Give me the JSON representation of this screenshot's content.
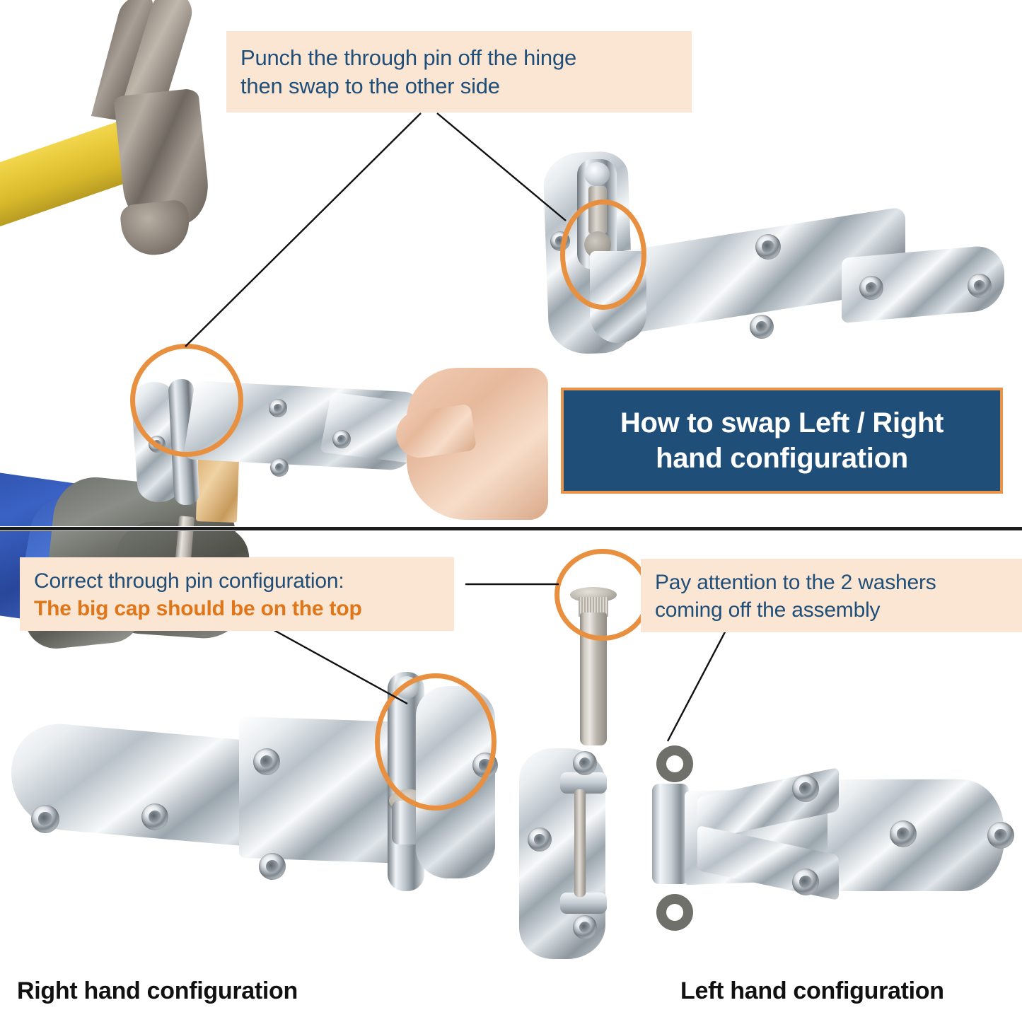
{
  "page": {
    "title_plate": {
      "lines": [
        "How to swap Left / Right",
        "hand configuration"
      ],
      "bg_color": "#1f4e79",
      "border_color": "#e8954a",
      "text_color": "#ffffff"
    },
    "colors": {
      "callout_bg": "#fbe6d4",
      "callout_text": "#1f4e79",
      "accent_orange": "#e0761a",
      "ring_orange": "#e8903f",
      "caption_text": "#111111",
      "divider": "#1c1c1c"
    }
  },
  "callouts": {
    "punch": {
      "line1": "Punch the through pin off the hinge",
      "line2": "then swap to the other side"
    },
    "pin_config": {
      "line1": "Correct through pin configuration:",
      "line2": "The big cap should be on the top"
    },
    "washers": {
      "line1": "Pay attention to the 2 washers",
      "line2": "coming off the assembly"
    }
  },
  "captions": {
    "right_hand": "Right hand configuration",
    "left_hand": "Left hand configuration"
  },
  "annotations": {
    "ring_top_photo": "highlight-circle-punch-contact",
    "ring_top_hinge": "highlight-circle-hinge-pin",
    "ring_pin": "highlight-circle-pin-cap",
    "ring_bottom_hinge": "highlight-circle-pin-big-cap"
  },
  "parts": {
    "hammer": "claw-hammer",
    "glove": "work-glove",
    "punch": "pin-punch-tool",
    "through_pin": "through-pin",
    "washer_count": 2,
    "hinge_right": "right-hand-strap-hinge",
    "hinge_left_base": "left-hand-base-plate",
    "hinge_left_strap": "left-hand-strap-leaf"
  }
}
